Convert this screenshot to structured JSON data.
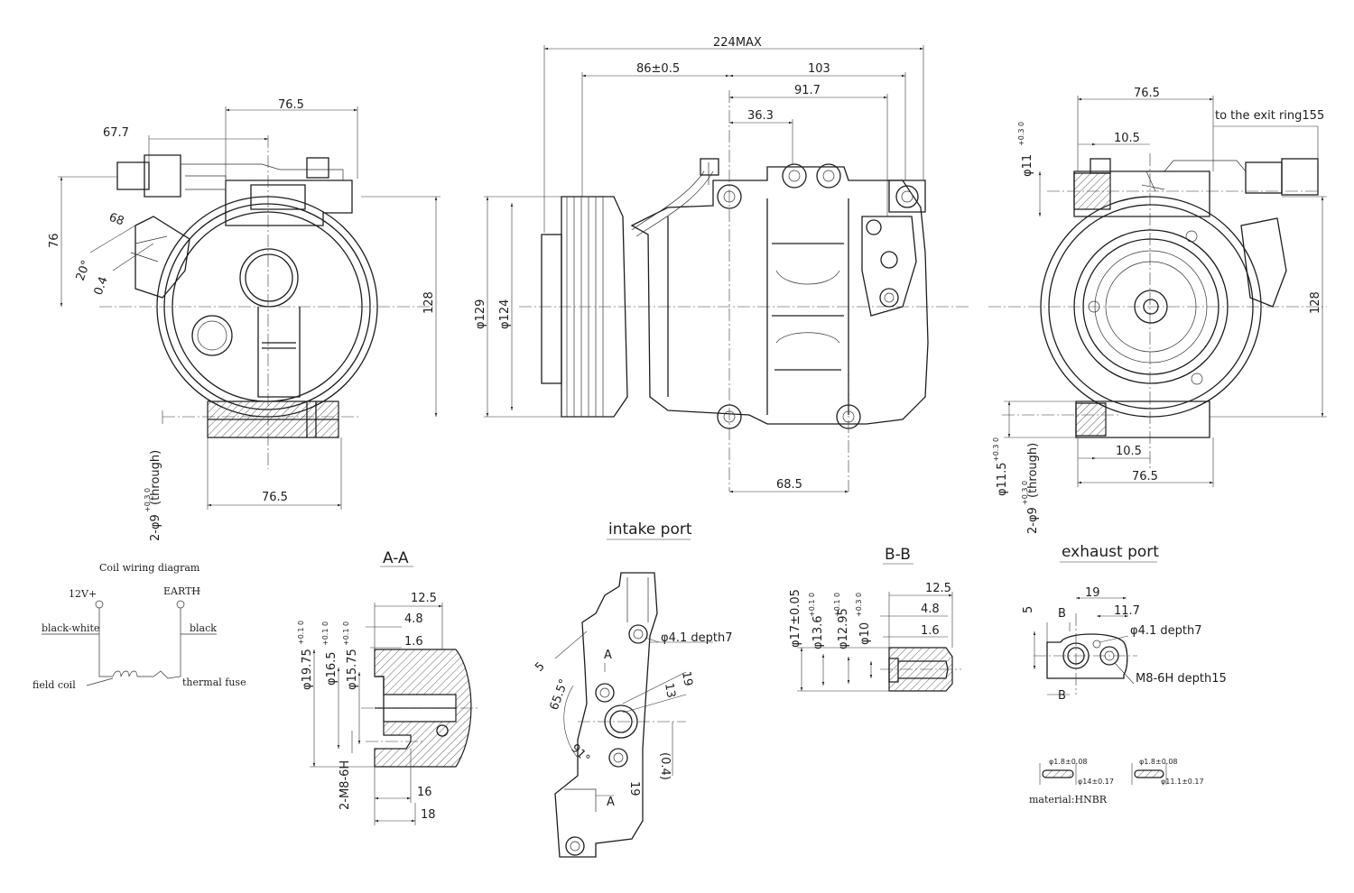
{
  "views": {
    "front": {
      "d_top": "76.5",
      "d_67": "67.7",
      "d_76": "76",
      "d_68": "68",
      "d_20": "20°",
      "d_04": "0.4",
      "d_128": "128",
      "d_bottom": "76.5",
      "hole_note": "2-φ9",
      "hole_tol": "+0.3 0",
      "hole_suffix": "(through)"
    },
    "side": {
      "d_224": "224MAX",
      "d_86": "86±0.5",
      "d_103": "103",
      "d_917": "91.7",
      "d_363": "36.3",
      "d_129": "φ129",
      "d_124": "φ124",
      "d_685": "68.5"
    },
    "rear": {
      "d_top": "76.5",
      "d_105_top": "10.5",
      "exit_note": "to the exit ring155",
      "d_11": "φ11",
      "d_11_tol": "+0.3 0",
      "d_128": "128",
      "d_105_bottom": "10.5",
      "d_765_bottom": "76.5",
      "d_115": "φ11.5",
      "d_115_tol": "+0.3 0",
      "hole_note": "2-φ9",
      "hole_tol": "+0.3 0",
      "hole_suffix": "(through)"
    }
  },
  "coil": {
    "title": "Coil wiring diagram",
    "v12": "12V+",
    "earth": "EARTH",
    "black_white": "black-white",
    "black": "black",
    "field_coil": "field coil",
    "thermal_fuse": "thermal fuse"
  },
  "section_aa": {
    "title": "A-A",
    "d_125": "12.5",
    "d_48": "4.8",
    "d_16": "1.6",
    "d_1975": "φ19.75",
    "d_1975_tol": "+0.1 0",
    "d_165": "φ16.5",
    "d_165_tol": "+0.1 0",
    "d_1575": "φ15.75",
    "d_1575_tol": "+0.1 0",
    "thread": "2-M8-6H",
    "d_16b": "16",
    "d_18": "18"
  },
  "intake": {
    "title": "intake port",
    "d_5": "5",
    "hole": "φ4.1 depth7",
    "d_655": "65.5°",
    "d_19a": "19",
    "d_13": "13",
    "d_91": "91°",
    "d_04": "(0.4)",
    "d_19b": "19",
    "mark_a1": "A",
    "mark_a2": "A"
  },
  "section_bb": {
    "title": "B-B",
    "d_125": "12.5",
    "d_48": "4.8",
    "d_16": "1.6",
    "d_17": "φ17±0.05",
    "d_136": "φ13.6",
    "d_136_tol": "+0.1 0",
    "d_1295": "φ12.95",
    "d_1295_tol": "+0.1 0",
    "d_10": "φ10",
    "d_10_tol": "+0.3 0"
  },
  "exhaust": {
    "title": "exhaust port",
    "d_5": "5",
    "d_19": "19",
    "d_117": "11.7",
    "mark_b1": "B",
    "mark_b2": "B",
    "hole": "φ4.1 depth7",
    "thread": "M8-6H depth15"
  },
  "orings": {
    "r1_top": "φ1.8±0.08",
    "r1_bottom": "φ14±0.17",
    "r2_top": "φ1.8±0.08",
    "r2_bottom": "φ11.1±0.17",
    "material": "material:HNBR"
  }
}
